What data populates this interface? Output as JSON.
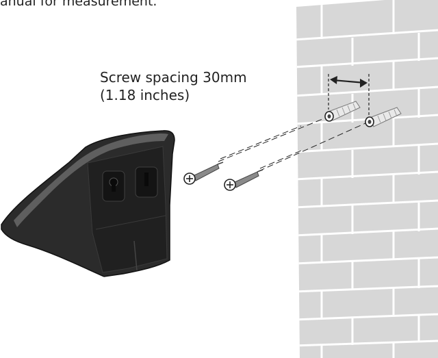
{
  "caption_top": "anual for measurement.",
  "spacing_label": {
    "line1": "Screw spacing 30mm",
    "line2": "(1.18 inches)"
  },
  "colors": {
    "wall_fill": "#d7d7d7",
    "mortar": "#ffffff",
    "mount_body": "#2b2b2b",
    "mount_edge": "#6e6e6e",
    "screw": "#8a8a8a",
    "line": "#222222"
  },
  "icons": {
    "screw": "phillips-screw-icon",
    "anchor": "wall-anchor-icon",
    "arrow": "double-headed-arrow-icon"
  }
}
